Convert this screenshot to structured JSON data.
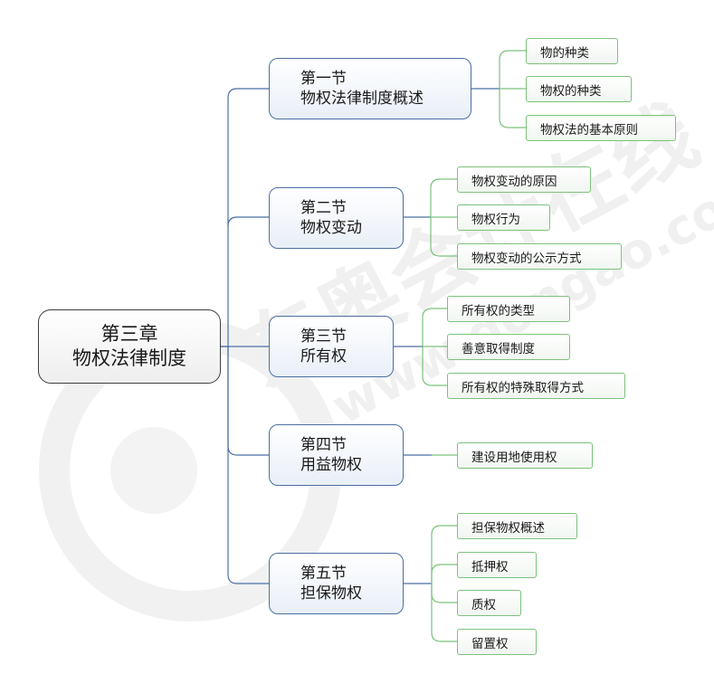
{
  "root": {
    "line1": "第三章",
    "line2": "物权法律制度"
  },
  "sections": [
    {
      "line1": "第一节",
      "line2": "物权法律制度概述",
      "items": [
        "物的种类",
        "物权的种类",
        "物权法的基本原则"
      ]
    },
    {
      "line1": "第二节",
      "line2": "物权变动",
      "items": [
        "物权变动的原因",
        "物权行为",
        "物权变动的公示方式"
      ]
    },
    {
      "line1": "第三节",
      "line2": "所有权",
      "items": [
        "所有权的类型",
        "善意取得制度",
        "所有权的特殊取得方式"
      ]
    },
    {
      "line1": "第四节",
      "line2": "用益物权",
      "items": [
        "建设用地使用权"
      ]
    },
    {
      "line1": "第五节",
      "line2": "担保物权",
      "items": [
        "担保物权概述",
        "抵押权",
        "质权",
        "留置权"
      ]
    }
  ],
  "watermark": {
    "brand": "东奥会计在线",
    "url": "www.dongao.com"
  },
  "colors": {
    "section_border": "#4a6fa5",
    "leaf_border": "#7cc27c",
    "root_border": "#3d3d3d",
    "connector_root": "#4a6fa5",
    "connector_leaf": "#7cc27c"
  }
}
